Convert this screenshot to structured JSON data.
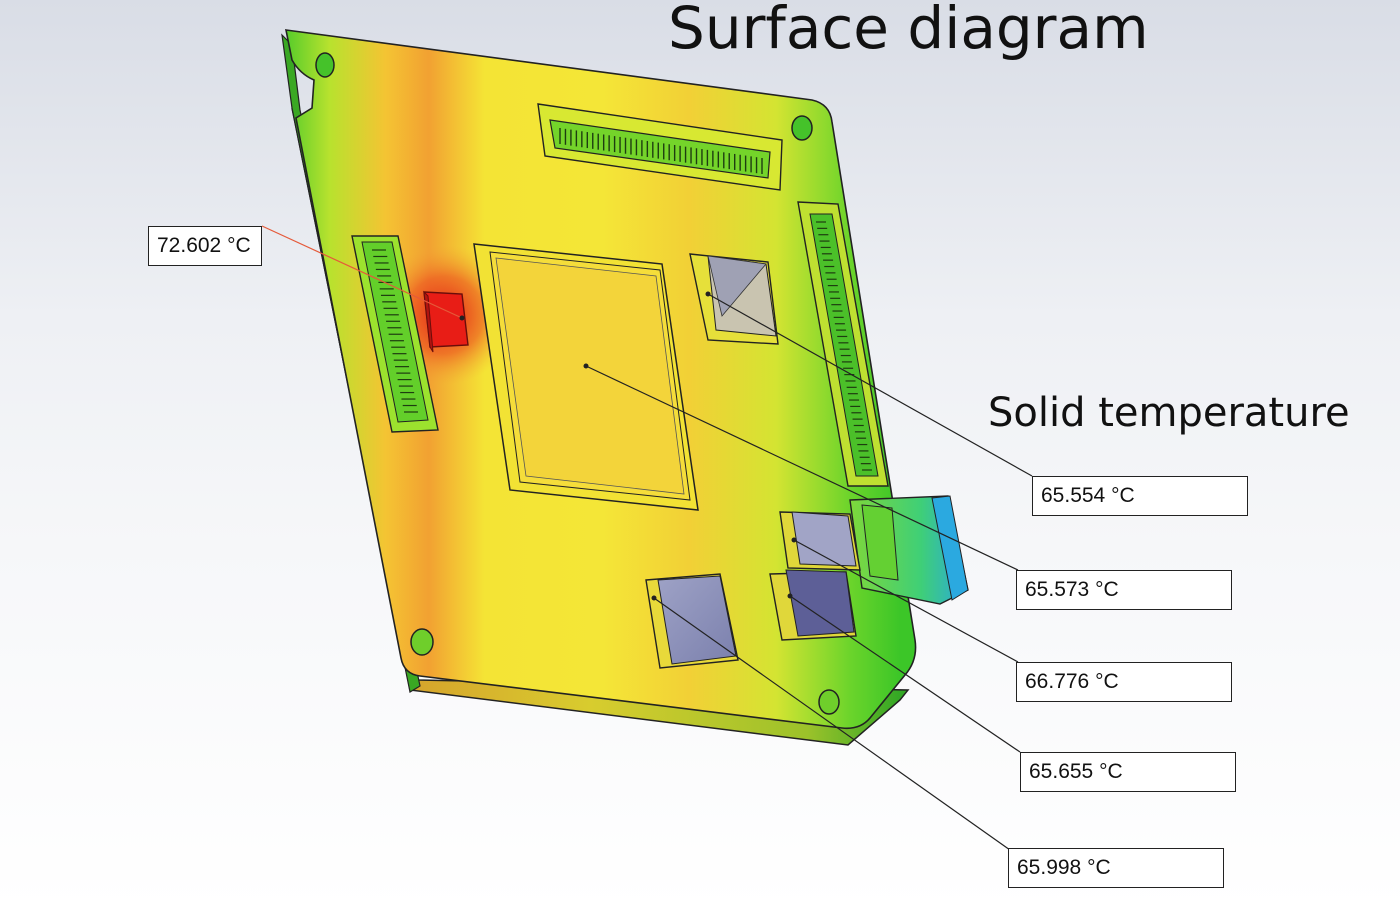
{
  "title": "Surface diagram",
  "subtitle": "Solid temperature",
  "probes": [
    {
      "id": "connector-hotspot",
      "value": "72.602 °C",
      "color": "#e55a3a"
    },
    {
      "id": "right-header-chip",
      "value": "65.554 °C",
      "color": "#222222"
    },
    {
      "id": "main-processor",
      "value": "65.573 °C",
      "color": "#222222"
    },
    {
      "id": "lower-right-chip-1",
      "value": "66.776 °C",
      "color": "#222222"
    },
    {
      "id": "lower-right-chip-2",
      "value": "65.655 °C",
      "color": "#222222"
    },
    {
      "id": "lower-left-chip",
      "value": "65.998 °C",
      "color": "#222222"
    }
  ],
  "colors": {
    "hot": "#e41b14",
    "warm": "#f2a33a",
    "mid": "#f4e93a",
    "cool": "#4ecb2a",
    "cold": "#3ab8e0"
  }
}
